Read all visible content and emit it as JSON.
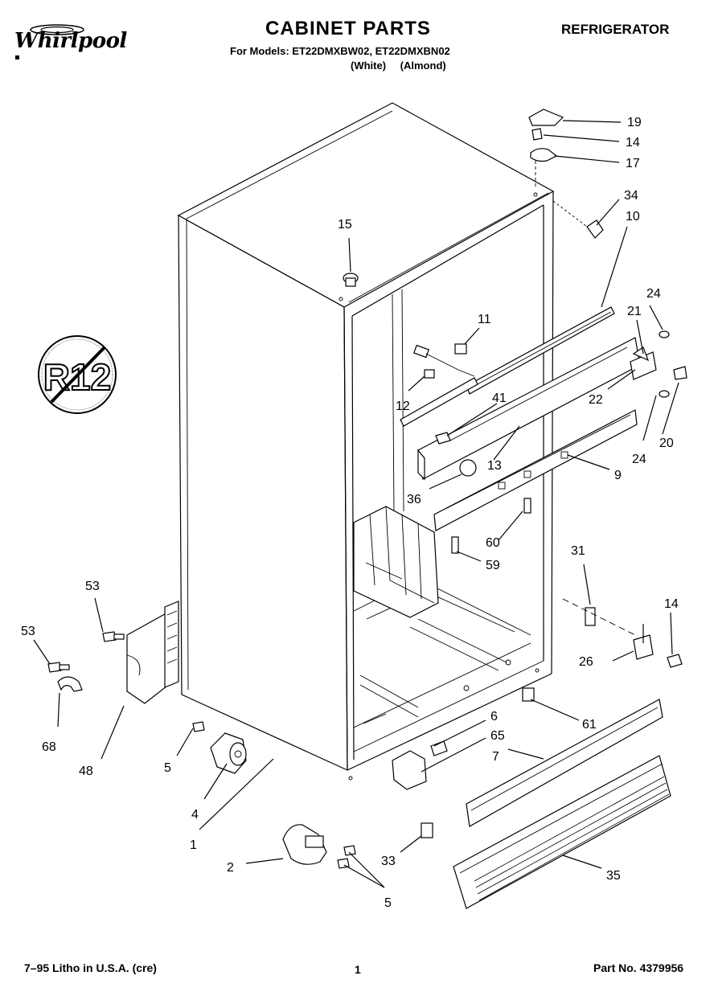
{
  "header": {
    "brand": "Whirlpool",
    "title": "CABINET PARTS",
    "category": "REFRIGERATOR",
    "models_line": "For Models: ET22DMXBW02, ET22DMXBN02",
    "variant_white": "(White)",
    "variant_almond": "(Almond)"
  },
  "badge": {
    "text": "R12"
  },
  "callouts": [
    "19",
    "14",
    "17",
    "34",
    "10",
    "15",
    "11",
    "24",
    "21",
    "12",
    "41",
    "22",
    "20",
    "13",
    "24",
    "9",
    "36",
    "60",
    "59",
    "31",
    "14",
    "53",
    "26",
    "53",
    "61",
    "68",
    "6",
    "65",
    "7",
    "48",
    "5",
    "4",
    "1",
    "33",
    "35",
    "2",
    "5"
  ],
  "footer": {
    "printed": "7–95 Litho in U.S.A. (cre)",
    "page": "1",
    "part_no": "Part No. 4379956"
  }
}
